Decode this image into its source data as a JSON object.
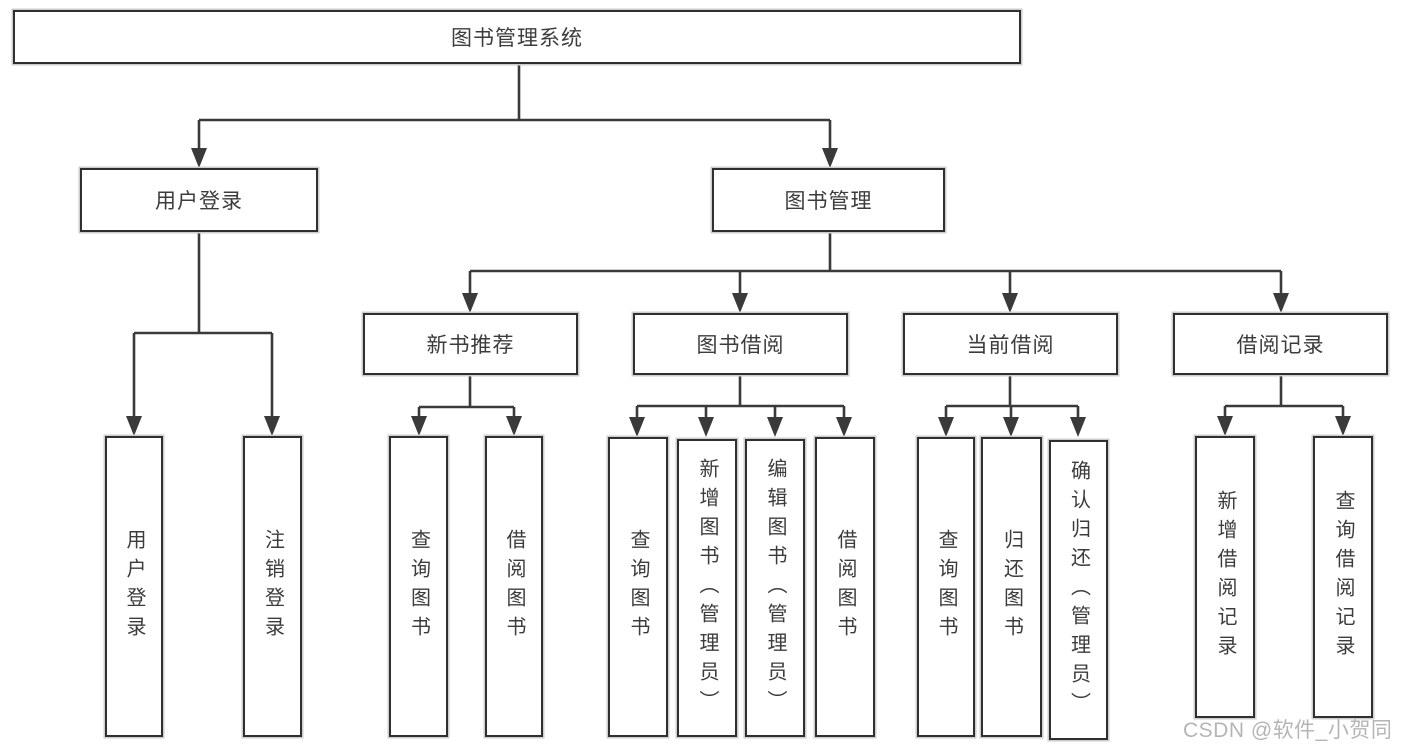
{
  "diagram": {
    "root": {
      "label": "图书管理系统"
    },
    "branches": [
      {
        "label": "用户登录",
        "children": [
          {
            "label": "用户登录"
          },
          {
            "label": "注销登录"
          }
        ]
      },
      {
        "label": "图书管理",
        "children": [
          {
            "label": "新书推荐",
            "children": [
              {
                "label": "查询图书"
              },
              {
                "label": "借阅图书"
              }
            ]
          },
          {
            "label": "图书借阅",
            "children": [
              {
                "label": "查询图书"
              },
              {
                "label": "新增图书（管理员）"
              },
              {
                "label": "编辑图书（管理员）"
              },
              {
                "label": "借阅图书"
              }
            ]
          },
          {
            "label": "当前借阅",
            "children": [
              {
                "label": "查询图书"
              },
              {
                "label": "归还图书"
              },
              {
                "label": "确认归还（管理员）"
              }
            ]
          },
          {
            "label": "借阅记录",
            "children": [
              {
                "label": "新增借阅记录"
              },
              {
                "label": "查询借阅记录"
              }
            ]
          }
        ]
      }
    ]
  },
  "watermark": {
    "text": "CSDN @软件_小贺同学"
  },
  "colors": {
    "line": "#3a3a3a",
    "box_border": "#2f2f2f",
    "box_fill": "#ffffff",
    "text": "#3c3c3c",
    "watermark": "#a9a9a9"
  }
}
